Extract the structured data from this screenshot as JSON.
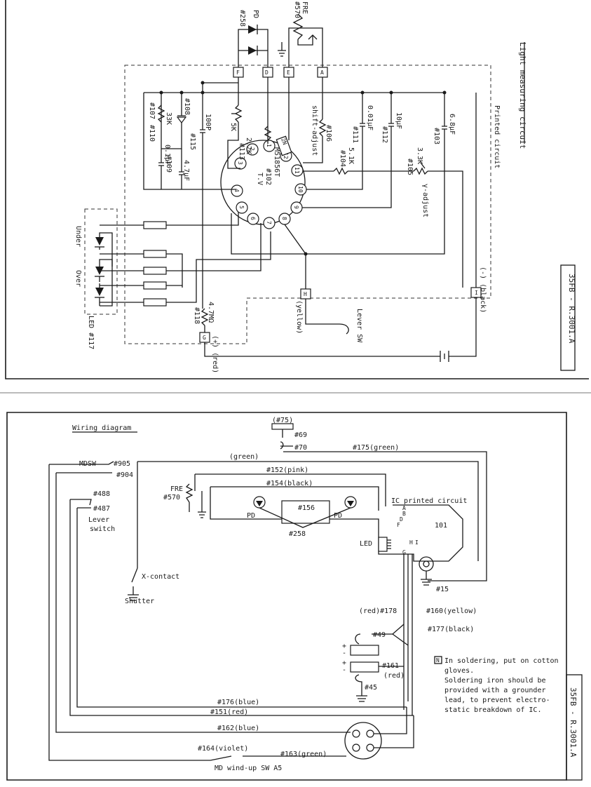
{
  "top": {
    "title": "Light measuring circuit",
    "printed_circuit": "Printed circuit",
    "doc_ref": "35FB - R.3001.A",
    "ic": {
      "part": "M51856T",
      "ref": "#102",
      "name": "T.V"
    },
    "pins": [
      "1",
      "2",
      "3",
      "4",
      "5",
      "6",
      "7",
      "8",
      "9",
      "10",
      "11",
      "12"
    ],
    "terminals": [
      "F",
      "D",
      "E",
      "A",
      "H",
      "I",
      "G"
    ],
    "pd_label": "PD",
    "pd_ref": "#258",
    "fre_label": "FRE",
    "fre_ref": "#570",
    "c110": "#110",
    "c110_val": "0.1μF",
    "r107": "#107",
    "r107_val": "33K",
    "d108": "#108",
    "c109": "#109",
    "c109_val": "4.7μF",
    "c115_val": "100P",
    "c115": "#115",
    "r5k": "5K",
    "r113": "#113",
    "r113_val": "2.2K",
    "r106": "#106",
    "shift": "shift-adjust",
    "c111_val": "0.01μF",
    "c111": "#111",
    "r104_val": "5.1K",
    "r104": "#104",
    "c112_val": "10μF",
    "c112": "#112",
    "c103_val": "6.8μF",
    "c103": "#103",
    "r105_val": "3.3K",
    "r105": "#105",
    "gamma": "γ-adjust",
    "t_box": "2N",
    "under": "Under",
    "over": "Over",
    "led": "LED #117",
    "r118": "#118",
    "r118_val": "4.7MΩ",
    "plus_red": "(+) (red)",
    "minus_black": "(-) (black)",
    "yellow": "(yellow)",
    "lever": "Lever SW"
  },
  "bottom": {
    "title": "Wiring diagram",
    "doc_ref": "35FB - R.3001.A",
    "w75": "(#75)",
    "w69": "#69",
    "w70": "#70",
    "w175": "#175(green)",
    "mdsw": "MDSW",
    "w905": "#905",
    "w904": "#904",
    "green": "(green)",
    "w152": "#152(pink)",
    "w154": "#154(black)",
    "fre": "FRE",
    "fre_ref": "#570",
    "ic_pc": "IC printed circuit",
    "n101": "101",
    "w156": "#156",
    "w258": "#258",
    "pd": "PD",
    "led": "LED",
    "w488": "#488",
    "w487": "#487",
    "lever": "Lever",
    "switch": "switch",
    "xcontact": "X-contact",
    "shutter": "Shutter",
    "w15": "#15",
    "w178": "(red)#178",
    "w160": "#160(yellow)",
    "w177": "#177(black)",
    "w49": "#49",
    "w161": "#161",
    "w161c": "(red)",
    "w45": "#45",
    "note_sym": "N",
    "note": [
      "In soldering, put on cotton",
      "gloves.",
      "Soldering iron should be",
      "provided with a grounder",
      "lead, to prevent electro-",
      "static breakdown of IC."
    ],
    "w176": "#176(blue)",
    "w151": "#151(red)",
    "w162": "#162(blue)",
    "w164": "#164(violet)",
    "w163": "#163(green)",
    "mdwind": "MD wind-up SW A5",
    "term": [
      "A",
      "B",
      "D",
      "F",
      "H",
      "I",
      "G"
    ]
  }
}
